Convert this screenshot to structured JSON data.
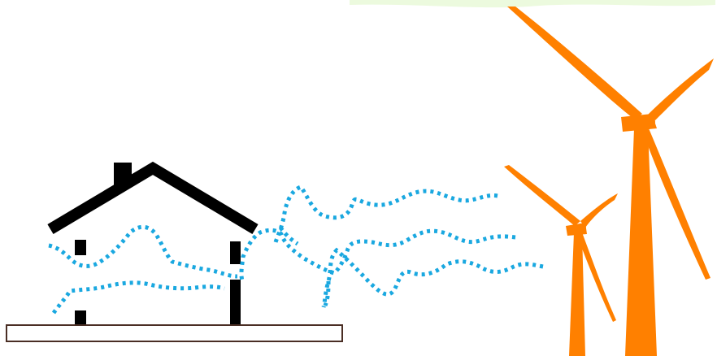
{
  "scene": {
    "background_color": "#ffffff",
    "house": {
      "outline_color": "#000000",
      "parts": [
        "roof",
        "chimney",
        "left-wall",
        "right-wall"
      ]
    },
    "ground_slab": {
      "fill_color": "#ffffff",
      "border_color": "#4a2e24"
    },
    "sound_waves": {
      "color": "#1aa8e0",
      "style": "dotted",
      "count": 7
    },
    "wind_turbines": {
      "color": "#ff8000",
      "count": 2,
      "sizes": [
        "large",
        "small"
      ]
    },
    "top_right_accent": {
      "color": "#c8f0a0"
    }
  }
}
